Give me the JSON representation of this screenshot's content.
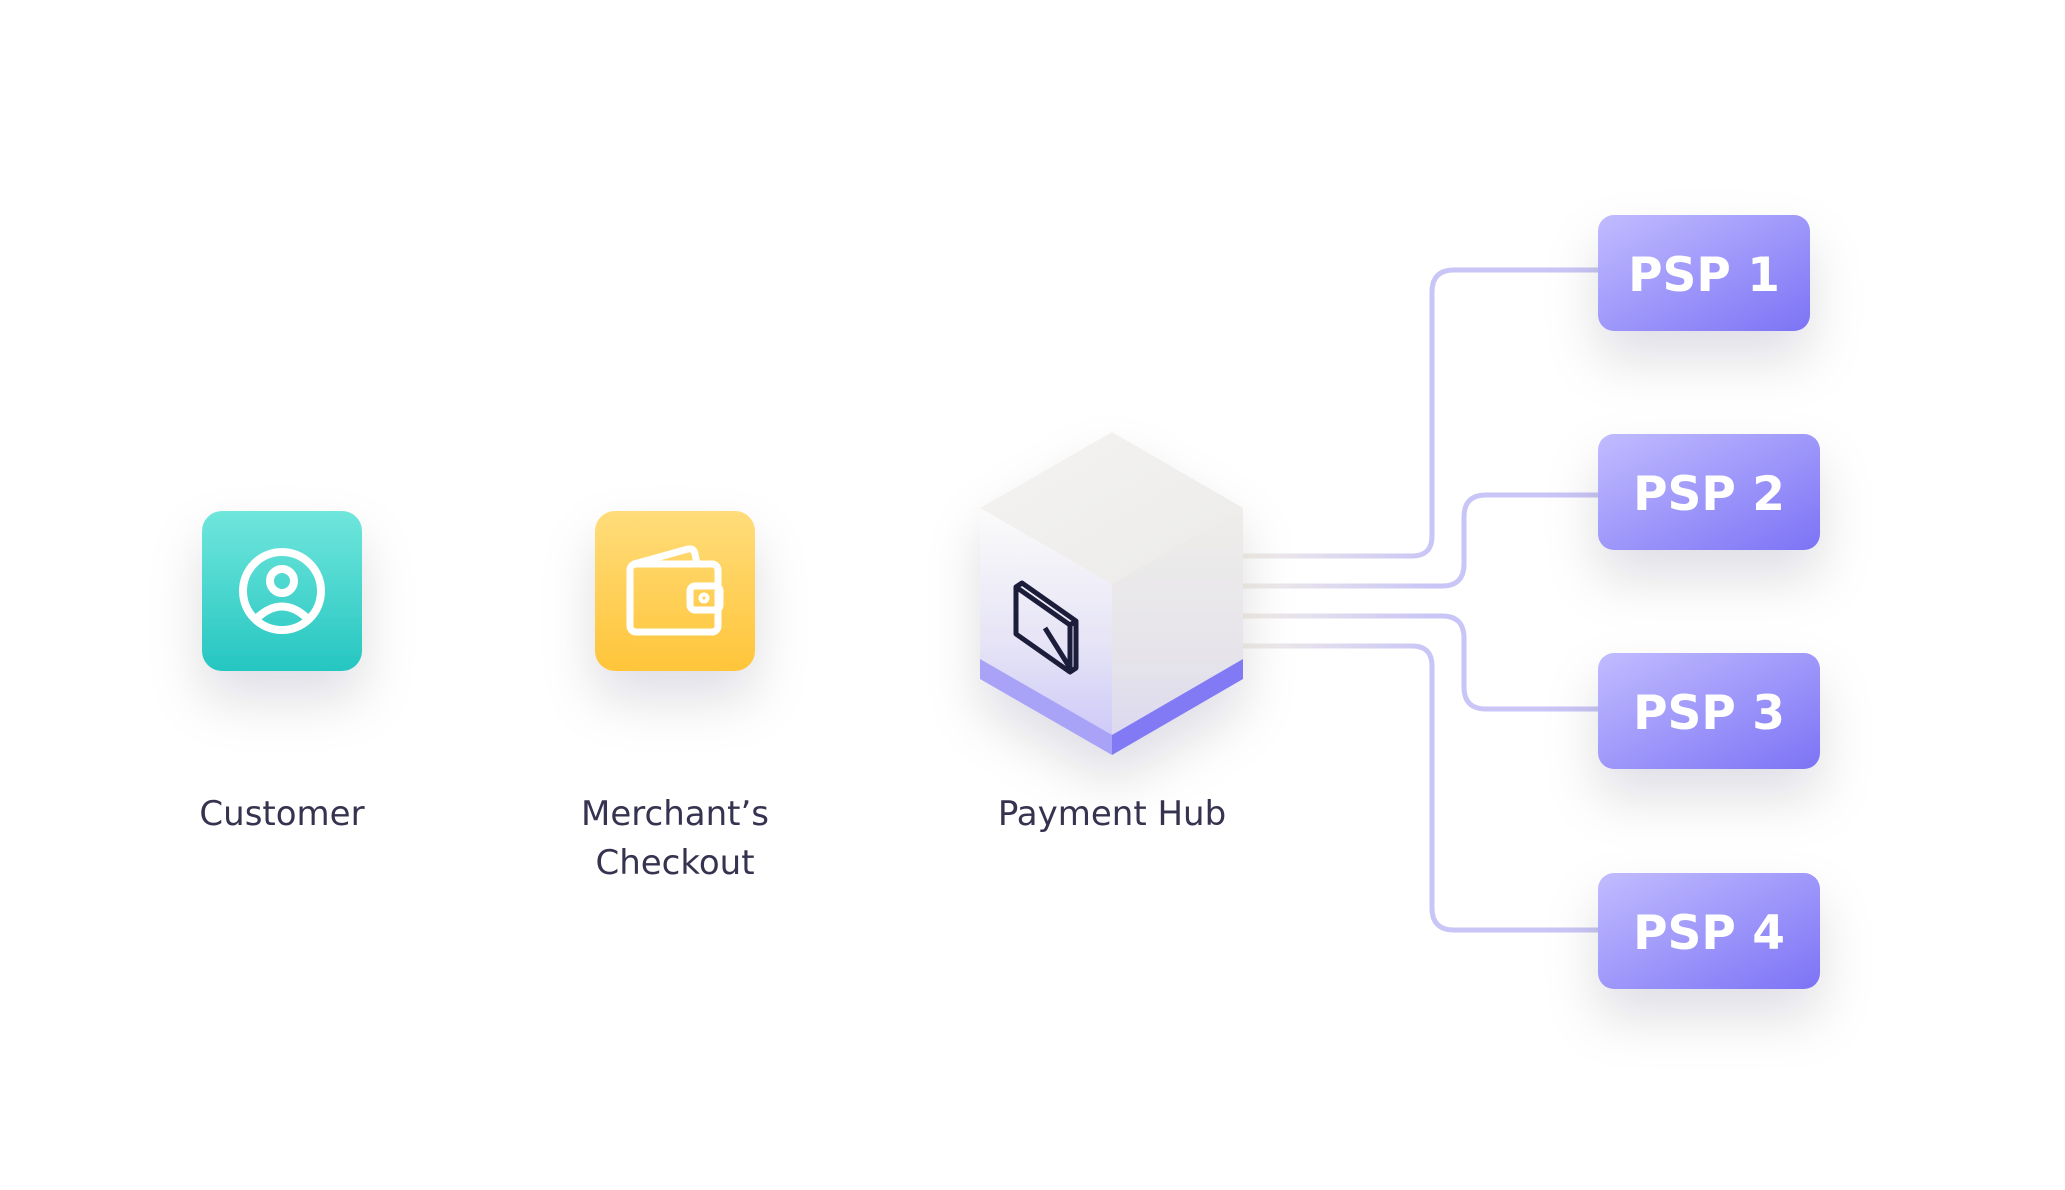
{
  "nodes": {
    "customer": {
      "label": "Customer",
      "icon": "user-circle-icon",
      "color_top": "#6fe6dc",
      "color_bottom": "#26c6c1"
    },
    "checkout": {
      "label_line1": "Merchant’s",
      "label_line2": "Checkout",
      "icon": "wallet-icon",
      "color_top": "#ffdc7a",
      "color_bottom": "#ffc53a"
    },
    "hub": {
      "label": "Payment Hub",
      "icon": "hub-logo-icon",
      "accent": "#8a84f7"
    }
  },
  "psps": [
    {
      "label": "PSP 1"
    },
    {
      "label": "PSP 2"
    },
    {
      "label": "PSP 3"
    },
    {
      "label": "PSP 4"
    }
  ],
  "colors": {
    "psp_top": "#bdb8ff",
    "psp_bottom": "#7f76f5",
    "connector": "#c9c5f6",
    "label_text": "#35334f"
  }
}
